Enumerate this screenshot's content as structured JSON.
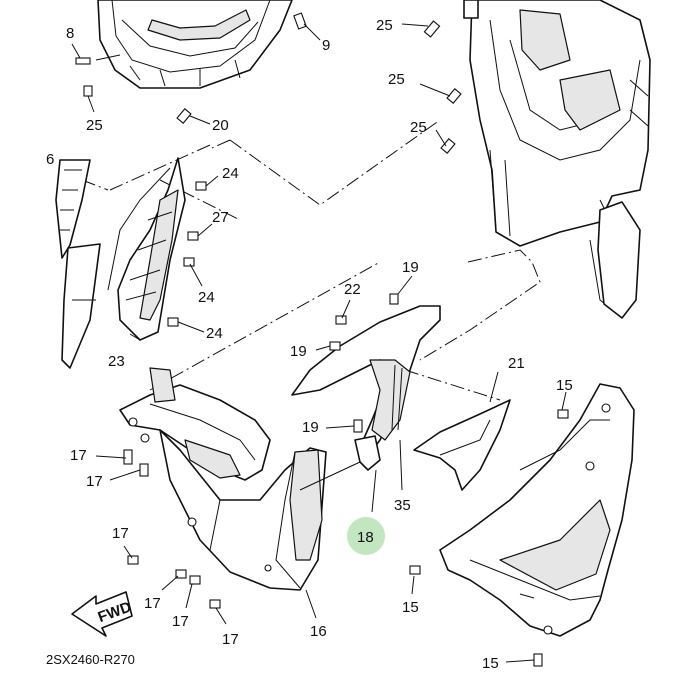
{
  "diagram": {
    "code": "2SX2460-R270",
    "fwd_label": "FWD",
    "highlight_color": "#8fd18a",
    "callouts": [
      {
        "id": "c8",
        "label": "8"
      },
      {
        "id": "c9",
        "label": "9"
      },
      {
        "id": "c25a",
        "label": "25"
      },
      {
        "id": "c25b",
        "label": "25"
      },
      {
        "id": "c25c",
        "label": "25"
      },
      {
        "id": "c25d",
        "label": "25"
      },
      {
        "id": "c20",
        "label": "20"
      },
      {
        "id": "c6",
        "label": "6"
      },
      {
        "id": "c24a",
        "label": "24"
      },
      {
        "id": "c27",
        "label": "27"
      },
      {
        "id": "c24b",
        "label": "24"
      },
      {
        "id": "c24c",
        "label": "24"
      },
      {
        "id": "c23",
        "label": "23"
      },
      {
        "id": "c19a",
        "label": "19"
      },
      {
        "id": "c22",
        "label": "22"
      },
      {
        "id": "c19b",
        "label": "19"
      },
      {
        "id": "c21",
        "label": "21"
      },
      {
        "id": "c15a",
        "label": "15"
      },
      {
        "id": "c19c",
        "label": "19"
      },
      {
        "id": "c17a",
        "label": "17"
      },
      {
        "id": "c17b",
        "label": "17"
      },
      {
        "id": "c35",
        "label": "35"
      },
      {
        "id": "c18",
        "label": "18"
      },
      {
        "id": "c17c",
        "label": "17"
      },
      {
        "id": "c17d",
        "label": "17"
      },
      {
        "id": "c17e",
        "label": "17"
      },
      {
        "id": "c17f",
        "label": "17"
      },
      {
        "id": "c16",
        "label": "16"
      },
      {
        "id": "c15b",
        "label": "15"
      },
      {
        "id": "c15c",
        "label": "15"
      }
    ]
  }
}
